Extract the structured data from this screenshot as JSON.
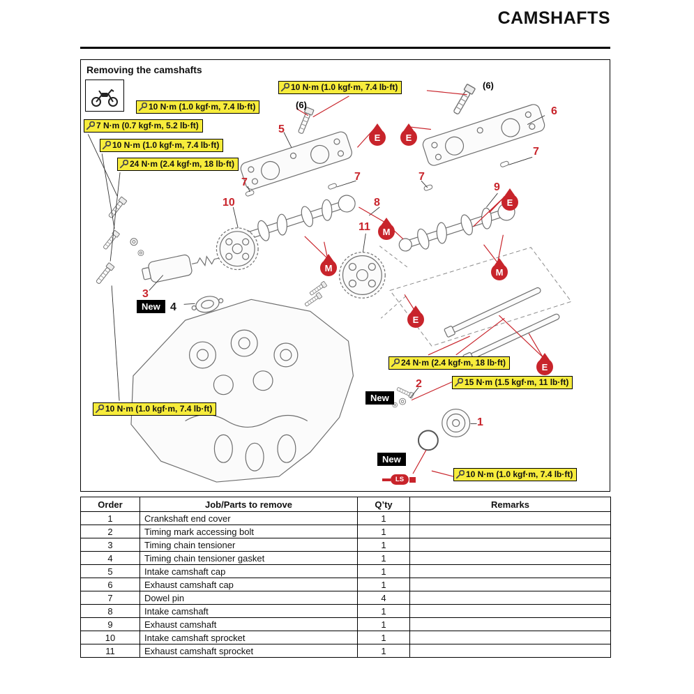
{
  "page": {
    "title": "CAMSHAFTS"
  },
  "diagram": {
    "caption": "Removing the camshafts",
    "qty_note": "(6)",
    "new_label": "New",
    "torque_labels": [
      {
        "text": "10 N·m (1.0 kgf·m, 7.4 lb·ft)"
      },
      {
        "text": "10 N·m (1.0 kgf·m, 7.4 lb·ft)"
      },
      {
        "text": "7 N·m (0.7 kgf·m, 5.2 lb·ft)"
      },
      {
        "text": "10 N·m (1.0 kgf·m, 7.4 lb·ft)"
      },
      {
        "text": "24 N·m (2.4 kgf·m, 18 lb·ft)"
      },
      {
        "text": "24 N·m (2.4 kgf·m, 18 lb·ft)"
      },
      {
        "text": "15 N·m (1.5 kgf·m, 11 lb·ft)"
      },
      {
        "text": "10 N·m (1.0 kgf·m, 7.4 lb·ft)"
      },
      {
        "text": "10 N·m (1.0 kgf·m, 7.4 lb·ft)"
      }
    ],
    "callouts": [
      "1",
      "2",
      "3",
      "4",
      "5",
      "6",
      "7",
      "8",
      "9",
      "10",
      "11"
    ],
    "symbols": {
      "engine_oil": "E",
      "molybdenum_oil": "M",
      "grease": "LS"
    },
    "colors": {
      "accent_red": "#c8242b",
      "label_yellow": "#f7ec3c"
    }
  },
  "table": {
    "headers": [
      "Order",
      "Job/Parts to remove",
      "Q’ty",
      "Remarks"
    ],
    "rows": [
      {
        "order": "1",
        "job": "Crankshaft end cover",
        "qty": "1",
        "remarks": ""
      },
      {
        "order": "2",
        "job": "Timing mark accessing bolt",
        "qty": "1",
        "remarks": ""
      },
      {
        "order": "3",
        "job": "Timing chain tensioner",
        "qty": "1",
        "remarks": ""
      },
      {
        "order": "4",
        "job": "Timing chain tensioner gasket",
        "qty": "1",
        "remarks": ""
      },
      {
        "order": "5",
        "job": "Intake camshaft cap",
        "qty": "1",
        "remarks": ""
      },
      {
        "order": "6",
        "job": "Exhaust camshaft cap",
        "qty": "1",
        "remarks": ""
      },
      {
        "order": "7",
        "job": "Dowel pin",
        "qty": "4",
        "remarks": ""
      },
      {
        "order": "8",
        "job": "Intake camshaft",
        "qty": "1",
        "remarks": ""
      },
      {
        "order": "9",
        "job": "Exhaust camshaft",
        "qty": "1",
        "remarks": ""
      },
      {
        "order": "10",
        "job": "Intake camshaft sprocket",
        "qty": "1",
        "remarks": ""
      },
      {
        "order": "11",
        "job": "Exhaust camshaft sprocket",
        "qty": "1",
        "remarks": ""
      }
    ]
  }
}
